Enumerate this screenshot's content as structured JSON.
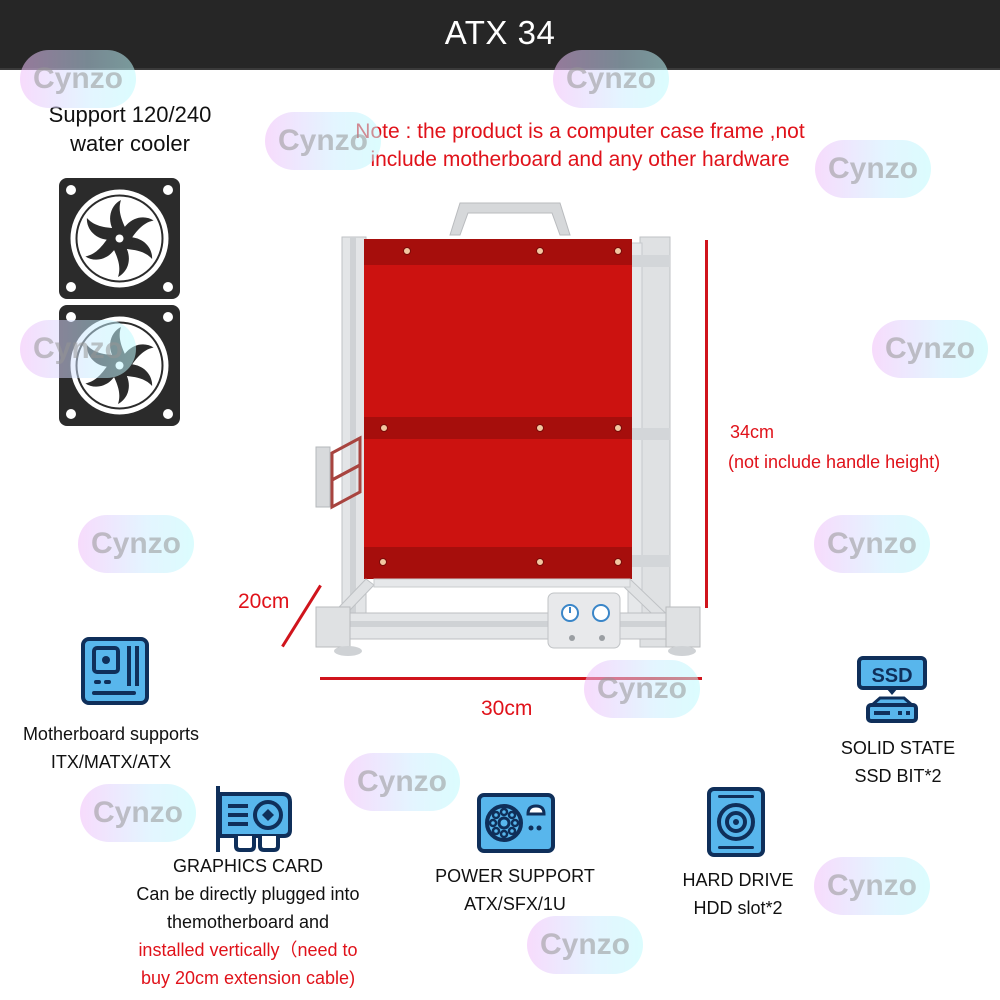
{
  "header": {
    "title": "ATX 34"
  },
  "note": {
    "line1": "Note : the product is a computer case frame ,not",
    "line2": "include motherboard and any other hardware"
  },
  "cooler": {
    "line1": "Support 120/240",
    "line2": "water cooler",
    "icon": "fan-icon",
    "count": 2
  },
  "dimensions": {
    "height": "34cm",
    "height_note": "(not include handle height)",
    "depth": "20cm",
    "width": "30cm"
  },
  "features": {
    "motherboard": {
      "icon": "motherboard-icon",
      "line1": "Motherboard supports",
      "line2": "ITX/MATX/ATX"
    },
    "ssd": {
      "icon": "ssd-icon",
      "icon_text": "SSD",
      "line1": "SOLID STATE",
      "line2": "SSD BIT*2"
    },
    "graphics": {
      "icon": "graphics-card-icon",
      "line1": "GRAPHICS CARD",
      "line2": "Can be directly plugged into",
      "line3": "themotherboard and",
      "line4_red": "installed vertically（need to",
      "line5_red": "buy 20cm extension cable)"
    },
    "power": {
      "icon": "power-supply-icon",
      "line1": "POWER SUPPORT",
      "line2": "ATX/SFX/1U"
    },
    "hdd": {
      "icon": "hard-drive-icon",
      "line1": "HARD DRIVE",
      "line2": "HDD slot*2"
    }
  },
  "watermark": {
    "text": "Cynzo"
  },
  "colors": {
    "header_bg": "#262626",
    "accent_red": "#e0121a",
    "panel_red": "#cc1210",
    "icon_blue": "#4fb3e8",
    "icon_outline": "#0f2f5a",
    "frame_silver": "#d9dbdd"
  }
}
